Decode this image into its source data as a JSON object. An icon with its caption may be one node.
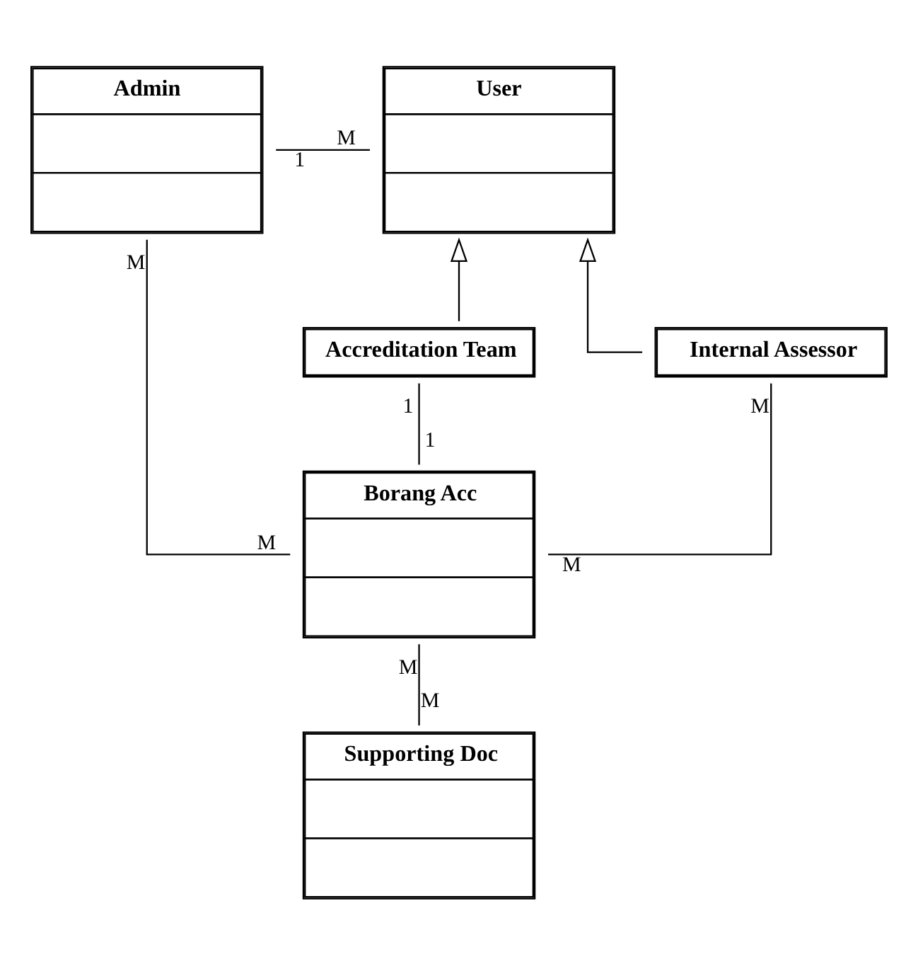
{
  "diagram": {
    "nodes": [
      {
        "text": [
          "Admin"
        ]
      },
      {
        "text": [
          "User"
        ]
      },
      {
        "text": [
          "Accreditation Team"
        ]
      },
      {
        "text": [
          "Internal Assessor"
        ]
      },
      {
        "text": [
          "Borang Acc"
        ]
      },
      {
        "text": [
          "Supporting Doc"
        ]
      }
    ],
    "edges": [
      {
        "from": 0,
        "to": 1,
        "arrow": "none"
      },
      {
        "from": 0,
        "to": 4,
        "arrow": "none"
      },
      {
        "from": 2,
        "to": 1,
        "arrow": "to"
      },
      {
        "from": 3,
        "to": 1,
        "arrow": "to"
      },
      {
        "from": 2,
        "to": 4,
        "arrow": "none"
      },
      {
        "from": 3,
        "to": 4,
        "arrow": "none"
      },
      {
        "from": 4,
        "to": 5,
        "arrow": "none"
      }
    ],
    "labels": [
      "1",
      "M",
      "M",
      "1",
      "M",
      "M",
      "1",
      "M",
      "M",
      "M"
    ]
  }
}
